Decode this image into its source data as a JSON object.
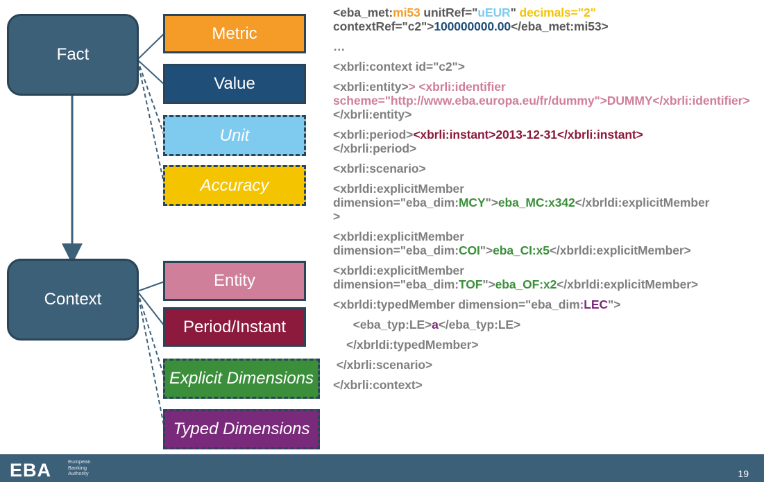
{
  "diagram": {
    "fact_label": "Fact",
    "context_label": "Context",
    "fact_items": {
      "metric": "Metric",
      "value": "Value",
      "unit": "Unit",
      "accuracy": "Accuracy"
    },
    "context_items": {
      "entity": "Entity",
      "period": "Period/Instant",
      "explicit": "Explicit Dimensions",
      "typed": "Typed Dimensions"
    },
    "colors": {
      "node_main": "#3d6079",
      "metric": "#f59b27",
      "value": "#1f4e79",
      "unit": "#7ecbef",
      "accuracy": "#f5c400",
      "entity": "#cf7f9a",
      "period": "#8b1a3c",
      "explicit": "#3b8f3b",
      "typed": "#7a2a7a"
    }
  },
  "code": {
    "l1": {
      "a": "<eba_met:",
      "b": "mi53",
      "c": " unitRef=\"",
      "d": "uEUR",
      "e": "\" ",
      "f": "decimals=\"2\""
    },
    "l2": {
      "a": "contextRef=\"c2\">",
      "b": "100000000.00",
      "c": "</eba_met:mi53>"
    },
    "l3": "…",
    "l4": "<xbrli:context id=\"c2\">",
    "l5": {
      "a": " <xbrli:entity>",
      "b": "> <xbrli:identifier"
    },
    "l6": "scheme=\"http://www.eba.europa.eu/fr/dummy\">DUMMY</xbrli:identifier>",
    "l6b": "  </xbrli:entity>",
    "l7": {
      "a": " <xbrli:period>",
      "b": "<xbrli:instant>2013-12-31</xbrli:instant>"
    },
    "l8": "</xbrli:period>",
    "l9": " <xbrli:scenario>",
    "l10": "  <xbrldi:explicitMember",
    "l11": {
      "a": "dimension=\"eba_dim:",
      "b": "MCY",
      "c": "\">",
      "d": "eba_MC:x342",
      "e": "</xbrldi:explicitMember"
    },
    "l12": ">",
    "l13": "  <xbrldi:explicitMember",
    "l14": {
      "a": "dimension=\"eba_dim:",
      "b": "COI",
      "c": "\">",
      "d": "eba_CI:x5",
      "e": "</xbrldi:explicitMember>"
    },
    "l15": "  <xbrldi:explicitMember",
    "l16": {
      "a": "dimension=\"eba_dim:",
      "b": "TOF",
      "c": "\">",
      "d": "eba_OF:x2",
      "e": "</xbrldi:explicitMember>"
    },
    "l17": {
      "a": "<xbrldi:typedMember dimension=\"eba_dim:",
      "b": "LEC",
      "c": "\">"
    },
    "l18": {
      "a": "      <eba_typ:LE>",
      "b": "a",
      "c": "</eba_typ:LE>"
    },
    "l19": "    </xbrldi:typedMember>",
    "l20": " </xbrli:scenario>",
    "l21": "</xbrli:context>"
  },
  "footer": {
    "logo": "EBA",
    "logo_sub_1": "European",
    "logo_sub_2": "Banking",
    "logo_sub_3": "Authority",
    "page_number": "19",
    "bar_color": "#3d6079"
  }
}
